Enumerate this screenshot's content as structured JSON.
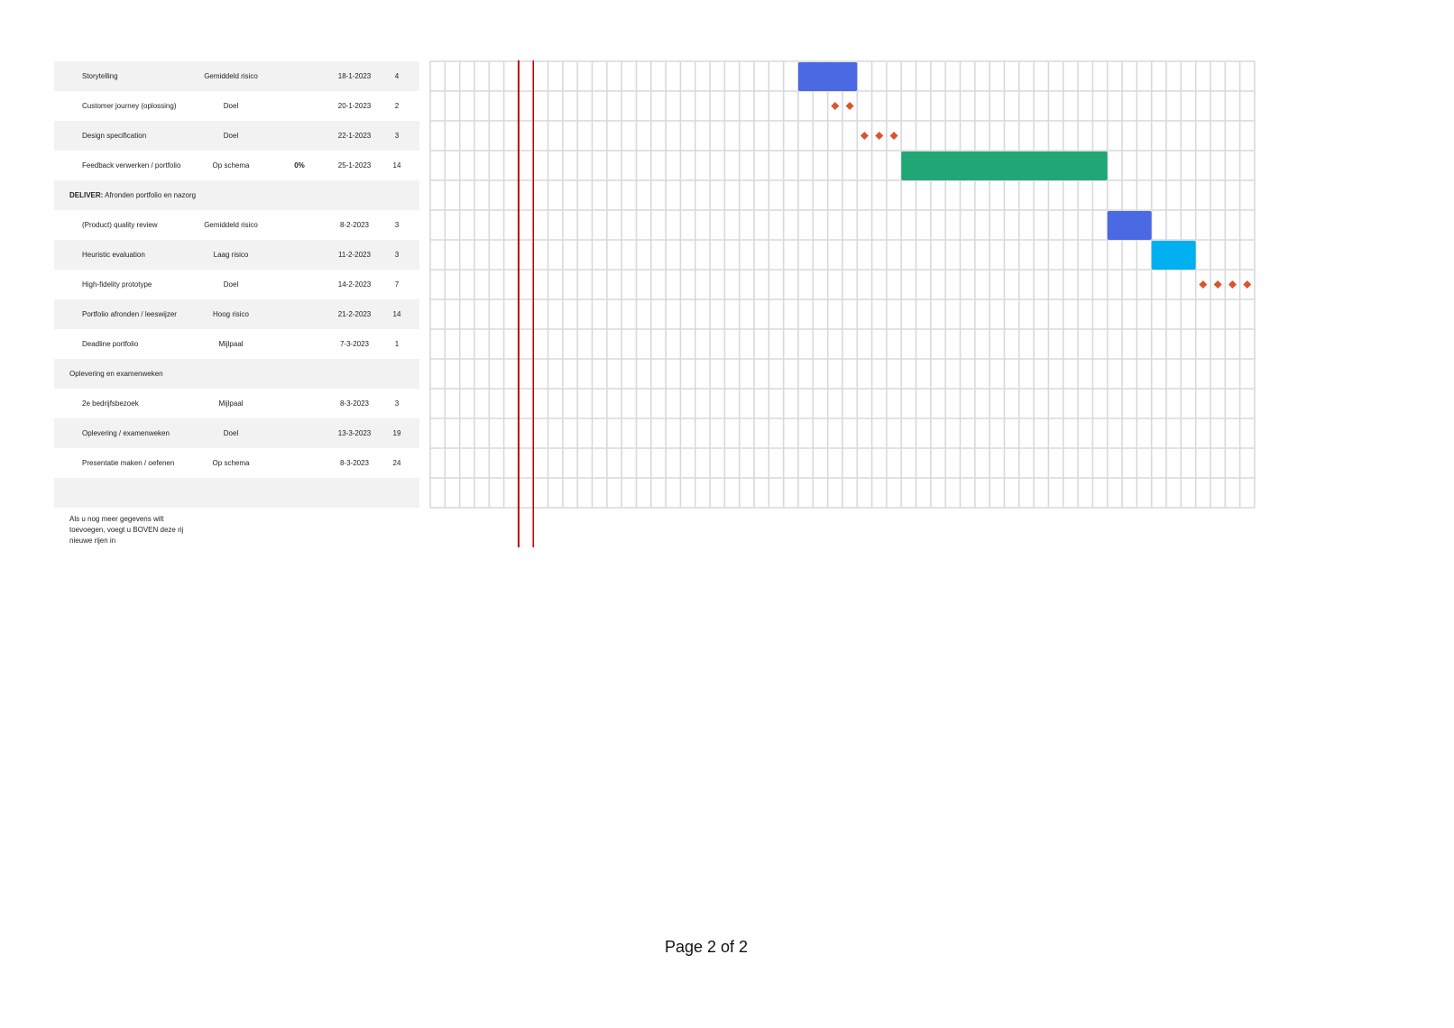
{
  "tasks": [
    {
      "name": "Storytelling",
      "status": "Gemiddeld risico",
      "pct": "",
      "date": "18-1-2023",
      "days": "4",
      "type": "task",
      "start": 25,
      "dur": 4,
      "color": "#4a69e2"
    },
    {
      "name": "Customer journey (oplossing)",
      "status": "Doel",
      "pct": "",
      "date": "20-1-2023",
      "days": "2",
      "type": "goal",
      "start": 27,
      "dur": 2,
      "color": "#d9552f"
    },
    {
      "name": "Design specification",
      "status": "Doel",
      "pct": "",
      "date": "22-1-2023",
      "days": "3",
      "type": "goal",
      "start": 29,
      "dur": 3,
      "color": "#d9552f"
    },
    {
      "name": "Feedback verwerken / portfolio",
      "status": "Op schema",
      "pct": "0%",
      "date": "25-1-2023",
      "days": "14",
      "type": "task",
      "start": 32,
      "dur": 14,
      "color": "#21a675"
    },
    {
      "name": "DELIVER: Afronden portfolio en nazorg",
      "type": "header",
      "bold_prefix": "DELIVER:",
      "rest": " Afronden portfolio en nazorg"
    },
    {
      "name": "(Product) quality review",
      "status": "Gemiddeld risico",
      "pct": "",
      "date": "8-2-2023",
      "days": "3",
      "type": "task",
      "start": 46,
      "dur": 3,
      "color": "#4a69e2"
    },
    {
      "name": "Heuristic evaluation",
      "status": "Laag risico",
      "pct": "",
      "date": "11-2-2023",
      "days": "3",
      "type": "task",
      "start": 49,
      "dur": 3,
      "color": "#00b0f0"
    },
    {
      "name": "High-fidelity prototype",
      "status": "Doel",
      "pct": "",
      "date": "14-2-2023",
      "days": "7",
      "type": "goal",
      "start": 52,
      "dur": 4,
      "color": "#d9552f"
    },
    {
      "name": "Portfolio afronden / leeswijzer",
      "status": "Hoog risico",
      "pct": "",
      "date": "21-2-2023",
      "days": "14",
      "type": "none"
    },
    {
      "name": "Deadline portfolio",
      "status": "Mijlpaal",
      "pct": "",
      "date": "7-3-2023",
      "days": "1",
      "type": "none"
    },
    {
      "name": "Oplevering en examenweken",
      "type": "header"
    },
    {
      "name": "2e bedrijfsbezoek",
      "status": "Mijlpaal",
      "pct": "",
      "date": "8-3-2023",
      "days": "3",
      "type": "none"
    },
    {
      "name": "Oplevering / examenweken",
      "status": "Doel",
      "pct": "",
      "date": "13-3-2023",
      "days": "19",
      "type": "none"
    },
    {
      "name": "Presentatie maken / oefenen",
      "status": "Op schema",
      "pct": "",
      "date": "8-3-2023",
      "days": "24",
      "type": "none"
    },
    {
      "name": "",
      "type": "empty"
    }
  ],
  "note": "Als u nog meer gegevens wilt toevoegen, voegt u BOVEN deze rij nieuwe rijen in",
  "today_columns": [
    6,
    7
  ],
  "total_columns": 56,
  "colors": {
    "grid": "#d9d9d9",
    "today": "#c00000",
    "shade": "#f2f2f2"
  },
  "footer": "Page 2 of 2"
}
